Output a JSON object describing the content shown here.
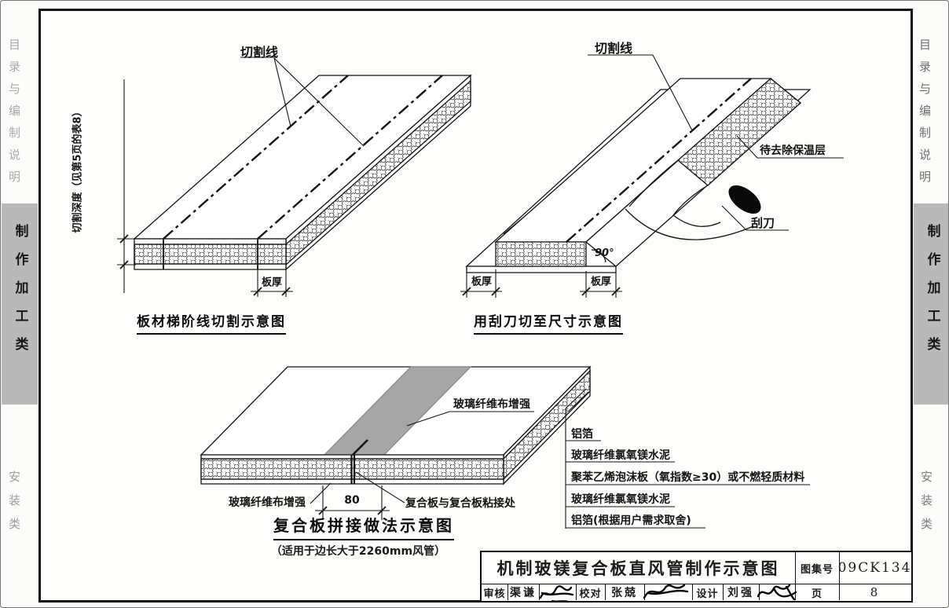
{
  "sidebars": {
    "left": {
      "top": "目录与编制说明",
      "middle": "制作加工类",
      "bottom": "安装类"
    },
    "right": {
      "top": "目录与编制说明",
      "middle": "制作加工类",
      "bottom": "安装类"
    }
  },
  "diagram1": {
    "caption": "板材梯阶线切割示意图",
    "cut_line_label": "切割线",
    "cut_depth_label": "切割深度（见第5页的表8）",
    "thickness_label": "板厚"
  },
  "diagram2": {
    "caption": "用刮刀切至尺寸示意图",
    "cut_line_label": "切割线",
    "insulation_label": "待去除保温层",
    "scraper_label": "刮刀",
    "angle_label": "90°",
    "thickness_left_label": "板厚",
    "thickness_right_label": "板厚"
  },
  "diagram3": {
    "caption": "复合板拼接做法示意图",
    "subcaption": "（适用于边长大于2260mm风管）",
    "fiberglass_top_label": "玻璃纤维布增强",
    "fiberglass_bottom_label": "玻璃纤维布增强",
    "joint_label": "复合板与复合板粘接处",
    "width_dim": "80",
    "layers": [
      "铝箔",
      "玻璃纤维氯氧镁水泥",
      "聚苯乙烯泡沫板（氧指数≥30）或不燃轻质材料",
      "玻璃纤维氯氧镁水泥",
      "铝箔(根据用户需求取舍)"
    ]
  },
  "title_block": {
    "title": "机制玻镁复合板直风管制作示意图",
    "atlas_no_label": "图集号",
    "atlas_no": "09CK134",
    "page_label": "页",
    "page_no": "8",
    "reviewer_label": "审核",
    "reviewer_name": "渠谦",
    "proofreader_label": "校对",
    "proofreader_name": "张兢",
    "designer_label": "设计",
    "designer_name": "刘强"
  },
  "colors": {
    "sidebar_gray": "#b9b9b9",
    "band_gray": "#a6a6a6",
    "line": "#1b1b1b"
  }
}
